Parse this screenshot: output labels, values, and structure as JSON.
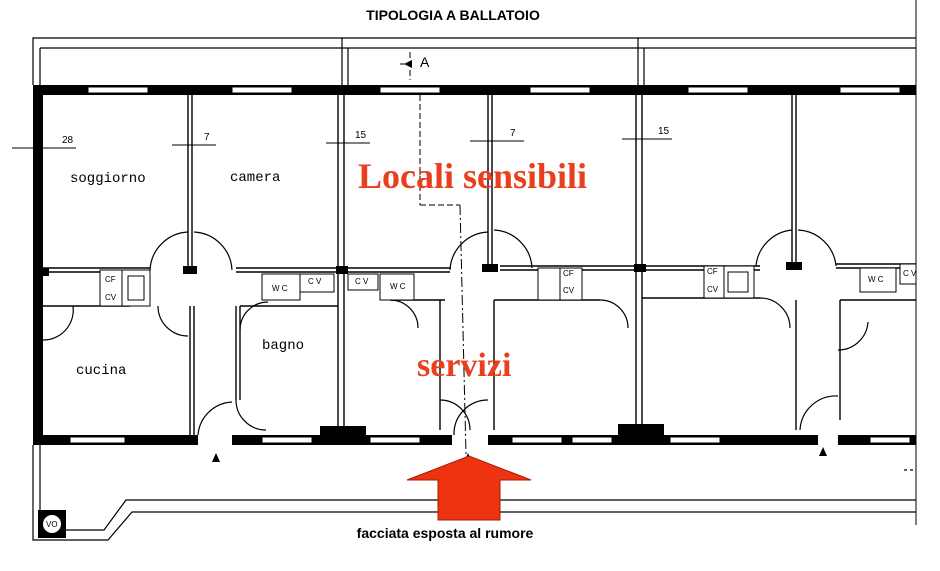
{
  "title": "TIPOLOGIA A BALLATOIO",
  "section_marker": "A",
  "rooms": {
    "soggiorno": "soggiorno",
    "camera": "camera",
    "cucina": "cucina",
    "bagno": "bagno"
  },
  "fixtures": {
    "wc": "W C",
    "cv": "C V",
    "cf": "CF",
    "cv_short": "CV",
    "vo": "VO"
  },
  "dimensions": [
    "28",
    "7",
    "15",
    "7",
    "15"
  ],
  "annotations": {
    "locali_sensibili": "Locali sensibili",
    "servizi": "servizi"
  },
  "caption": "facciata esposta al rumore",
  "colors": {
    "accent": "#e8401f",
    "arrow": "#ee3311",
    "line": "#000000"
  }
}
